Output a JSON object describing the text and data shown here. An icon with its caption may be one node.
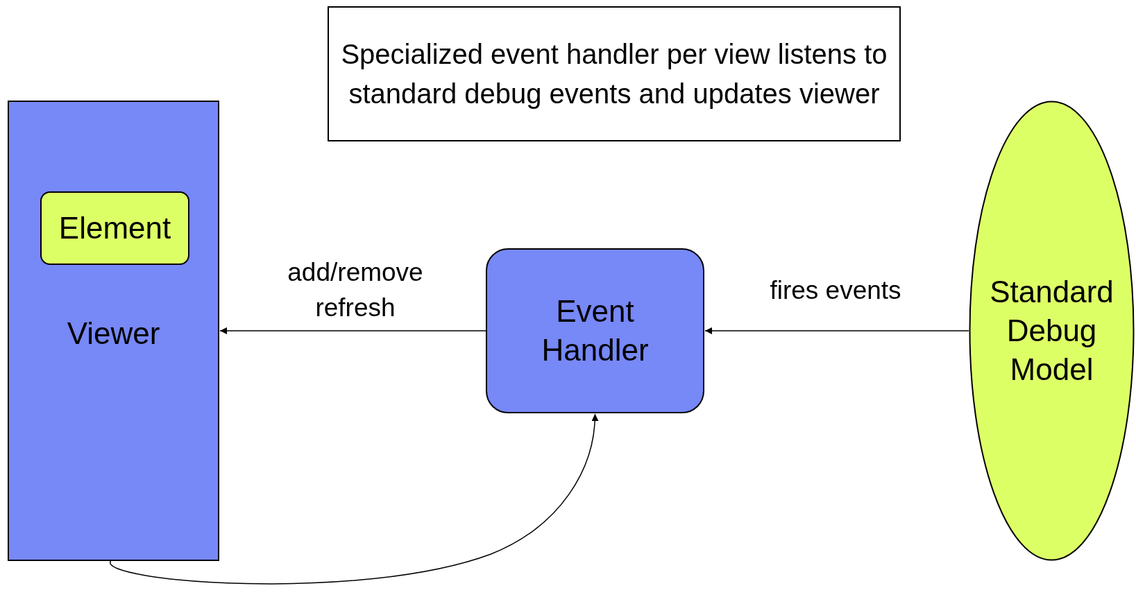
{
  "diagram": {
    "nodes": [
      {
        "text": [
          "Specialized event handler per view listens to standard debug events and updates viewer"
        ]
      },
      {
        "text": [
          "Viewer"
        ]
      },
      {
        "text": [
          "Element"
        ],
        "in": 1
      },
      {
        "text": [
          "Event Handler"
        ]
      },
      {
        "text": [
          "Standard Debug Model"
        ]
      }
    ],
    "edges": [
      {
        "from": 3,
        "to": 1,
        "arrow": "to",
        "label": "add/remove refresh"
      },
      {
        "from": 4,
        "to": 3,
        "arrow": "to",
        "label": "fires events"
      },
      {
        "from": 1,
        "to": 3,
        "arrow": "to"
      }
    ]
  }
}
